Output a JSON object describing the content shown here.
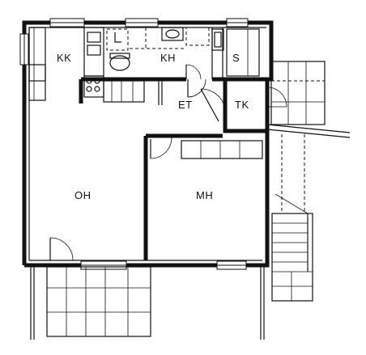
{
  "rooms": {
    "kk": "KK",
    "kh": "KH",
    "s": "S",
    "et": "ET",
    "tk": "TK",
    "oh": "OH",
    "mh": "MH"
  },
  "colors": {
    "line": "#111111",
    "background": "#ffffff"
  }
}
